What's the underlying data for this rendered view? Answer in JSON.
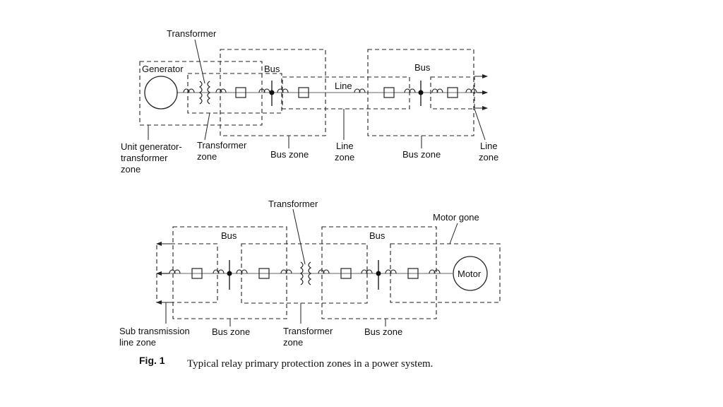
{
  "top": {
    "transformer": "Transformer",
    "generator": "Generator",
    "bus_left": "Bus",
    "bus_right": "Bus",
    "line": "Line",
    "zone_unit": [
      "Unit generator-",
      "transformer",
      "zone"
    ],
    "zone_transformer": [
      "Transformer",
      "zone"
    ],
    "zone_bus_left": "Bus zone",
    "zone_line": [
      "Line",
      "zone"
    ],
    "zone_bus_right": "Bus zone",
    "zone_line_right": [
      "Line",
      "zone"
    ]
  },
  "bottom": {
    "transformer": "Transformer",
    "motor_zone": "Motor gone",
    "bus_left": "Bus",
    "bus_right": "Bus",
    "motor": "Motor",
    "zone_subtransmission": [
      "Sub transmission",
      "line zone"
    ],
    "zone_bus_left": "Bus zone",
    "zone_transformer": [
      "Transformer",
      "zone"
    ],
    "zone_bus_right": "Bus zone"
  },
  "caption": {
    "fig": "Fig. 1",
    "text": "Typical relay primary protection zones in a power system."
  }
}
